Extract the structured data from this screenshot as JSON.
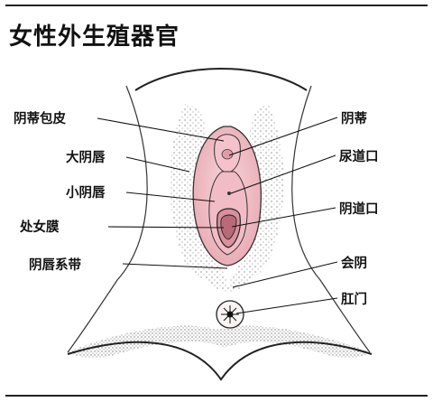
{
  "title": "女性外生殖器官",
  "labels": {
    "clitoral_hood": "阴蒂包皮",
    "labia_majora": "大阴唇",
    "labia_minora": "小阴唇",
    "hymen": "处女膜",
    "frenulum": "阴唇系带",
    "clitoris": "阴蒂",
    "urethral_opening": "尿道口",
    "vaginal_opening": "阴道口",
    "perineum": "会阴",
    "anus": "肛门"
  },
  "colors": {
    "tissue_pink": "#f4c6cc",
    "tissue_dark": "#e7a9b3",
    "stipple": "#555555",
    "line": "#111111"
  }
}
